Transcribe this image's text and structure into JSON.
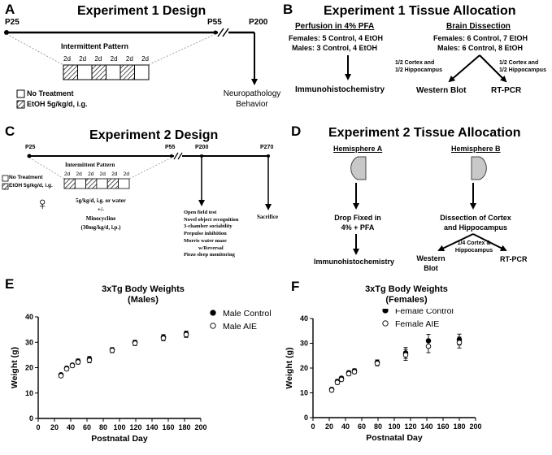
{
  "panelA": {
    "label": "A",
    "title": "Experiment 1 Design",
    "p25": "P25",
    "p55": "P55",
    "p200": "P200",
    "pattern_title": "Intermittent Pattern",
    "day_label": "2d",
    "legend_none": "No Treatment",
    "legend_etoh": "EtOH 5g/kg/d, i.g.",
    "outcome_line1": "Neuropathology",
    "outcome_line2": "Behavior"
  },
  "panelB": {
    "label": "B",
    "title": "Experiment 1 Tissue Allocation",
    "perfusion_header": "Perfusion in 4% PFA",
    "perfusion_females": "Females: 5 Control, 4 EtOH",
    "perfusion_males": "Males: 3 Control, 4 EtOH",
    "dissection_header": "Brain Dissection",
    "dissection_females": "Females: 6 Control, 7 EtOH",
    "dissection_males": "Males: 6 Control, 8 EtOH",
    "split_left_1": "1/2 Cortex and",
    "split_left_2": "1/2 Hippocampus",
    "split_right_1": "1/2 Cortex and",
    "split_right_2": "1/2 Hippocampus",
    "out_ihc": "Immunohistochemistry",
    "out_wb": "Western Blot",
    "out_pcr": "RT-PCR"
  },
  "panelC": {
    "label": "C",
    "title": "Experiment 2 Design",
    "p25": "P25",
    "p55": "P55",
    "p200": "P200",
    "p270": "P270",
    "pattern_title": "Intermittent Pattern",
    "day_label": "2d",
    "legend_none": "No Treatment",
    "legend_etoh": "EtOH 5g/kg/d, i.g.",
    "female_symbol": "♀",
    "treat_line1": "5g/kg/d, i.g. or water",
    "treat_line2": "+/-",
    "treat_line3": "Minocycline",
    "treat_line4": "(30mg/kg/d, i.p.)",
    "tests": [
      "Open field test",
      "Novel object recognition",
      "3-chamber sociability",
      "Prepulse inhibition",
      "Morris water maze",
      "w/Reversal",
      "Piezo sleep monitoring"
    ],
    "sacrifice": "Sacrifice"
  },
  "panelD": {
    "label": "D",
    "title": "Experiment 2 Tissue Allocation",
    "hemi_a": "Hemisphere A",
    "hemi_b": "Hemisphere B",
    "drop_line1": "Drop Fixed in",
    "drop_line2": "4% + PFA",
    "dissect_line1": "Dissection of Cortex",
    "dissect_line2": "and Hippocampus",
    "split_1": "1/4 Cortex &",
    "split_2": "Hippocampus",
    "out_ihc": "Immunohistochemistry",
    "out_wb_1": "Western",
    "out_wb_2": "Blot",
    "out_pcr": "RT-PCR"
  },
  "panelE": {
    "label": "E",
    "chart_data": {
      "type": "scatter",
      "title": "3xTg Body Weights",
      "subtitle": "(Males)",
      "xlabel": "Postnatal Day",
      "ylabel": "Weight (g)",
      "xlim": [
        0,
        200
      ],
      "ylim": [
        0,
        40
      ],
      "xticks": [
        0,
        20,
        40,
        60,
        80,
        100,
        120,
        140,
        160,
        180,
        200
      ],
      "yticks": [
        0,
        10,
        20,
        30,
        40
      ],
      "legend_placement": "top-right",
      "series": [
        {
          "name": "Male Control",
          "marker": "filled-circle",
          "x": [
            28,
            35,
            42,
            49,
            63,
            91,
            119,
            154,
            182
          ],
          "y": [
            17.2,
            19.8,
            21.0,
            22.6,
            23.4,
            27.0,
            29.9,
            32.0,
            33.3
          ],
          "err": [
            0.6,
            0.6,
            0.7,
            0.8,
            1.0,
            0.9,
            0.9,
            1.0,
            1.1
          ]
        },
        {
          "name": "Male AIE",
          "marker": "open-circle",
          "x": [
            28,
            35,
            42,
            49,
            63,
            91,
            119,
            154,
            182
          ],
          "y": [
            16.8,
            19.5,
            20.8,
            22.2,
            22.9,
            26.8,
            29.6,
            31.6,
            33.0
          ],
          "err": [
            0.6,
            0.6,
            0.7,
            0.8,
            1.0,
            0.9,
            0.9,
            1.0,
            1.1
          ]
        }
      ]
    }
  },
  "panelF": {
    "label": "F",
    "chart_data": {
      "type": "scatter",
      "title": "3xTg Body Weights",
      "subtitle": "(Females)",
      "xlabel": "Postnatal Day",
      "ylabel": "Weight (g)",
      "xlim": [
        0,
        200
      ],
      "ylim": [
        0,
        40
      ],
      "xticks": [
        0,
        20,
        40,
        60,
        80,
        100,
        120,
        140,
        160,
        180,
        200
      ],
      "yticks": [
        0,
        10,
        20,
        30,
        40
      ],
      "legend_placement": "top-right",
      "series": [
        {
          "name": "Female Control",
          "marker": "filled-circle",
          "x": [
            23,
            30,
            35,
            44,
            51,
            79,
            114,
            142,
            180
          ],
          "y": [
            11.4,
            14.6,
            15.9,
            18.1,
            18.9,
            22.3,
            26.1,
            31.0,
            31.5
          ],
          "err": [
            0.6,
            0.8,
            0.7,
            0.8,
            0.8,
            1.0,
            2.2,
            2.6,
            2.2
          ]
        },
        {
          "name": "Female AIE",
          "marker": "open-circle",
          "x": [
            23,
            30,
            35,
            44,
            51,
            79,
            114,
            142,
            180
          ],
          "y": [
            11.1,
            14.2,
            15.4,
            17.7,
            18.5,
            21.9,
            25.3,
            28.8,
            30.3
          ],
          "err": [
            0.6,
            0.8,
            0.7,
            0.8,
            0.8,
            1.0,
            2.2,
            2.6,
            2.2
          ]
        }
      ]
    }
  }
}
